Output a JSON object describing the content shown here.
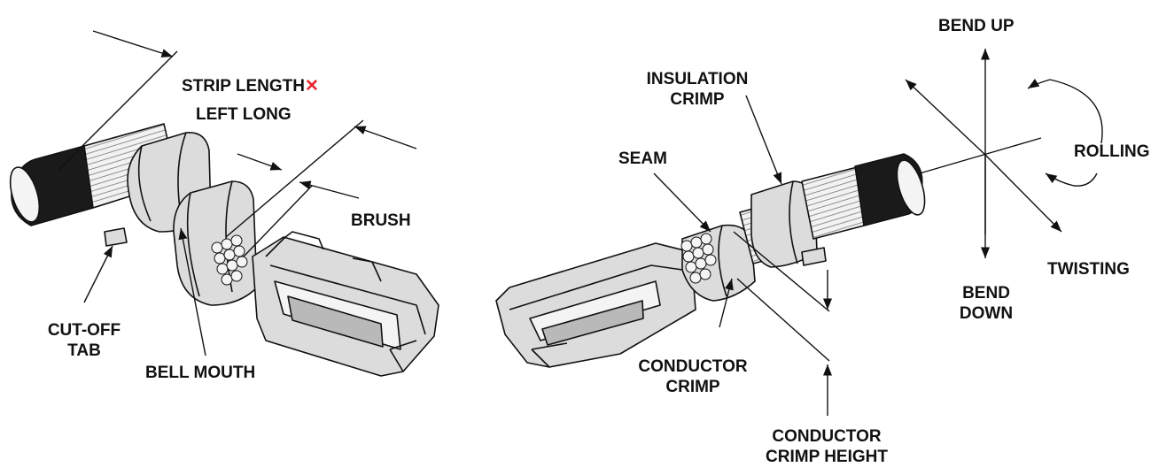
{
  "labels": {
    "strip_length": "STRIP LENGTH",
    "strip_length_mark": "✕",
    "left_long": "LEFT LONG",
    "brush": "BRUSH",
    "cut_off_1": "CUT-OFF",
    "cut_off_2": "TAB",
    "bell_mouth": "BELL MOUTH",
    "insulation_1": "INSULATION",
    "insulation_2": "CRIMP",
    "seam": "SEAM",
    "conductor_crimp_1": "CONDUCTOR",
    "conductor_crimp_2": "CRIMP",
    "crimp_height_1": "CONDUCTOR",
    "crimp_height_2": "CRIMP HEIGHT",
    "bend_up": "BEND UP",
    "rolling": "ROLLING",
    "twisting": "TWISTING",
    "bend_down_1": "BEND",
    "bend_down_2": "DOWN"
  },
  "colors": {
    "line": "#111111",
    "metal": "#dcdcdc",
    "metal_shade": "#b9b9b9",
    "insulation": "#1a1a1a",
    "mark": "#e8232a"
  }
}
